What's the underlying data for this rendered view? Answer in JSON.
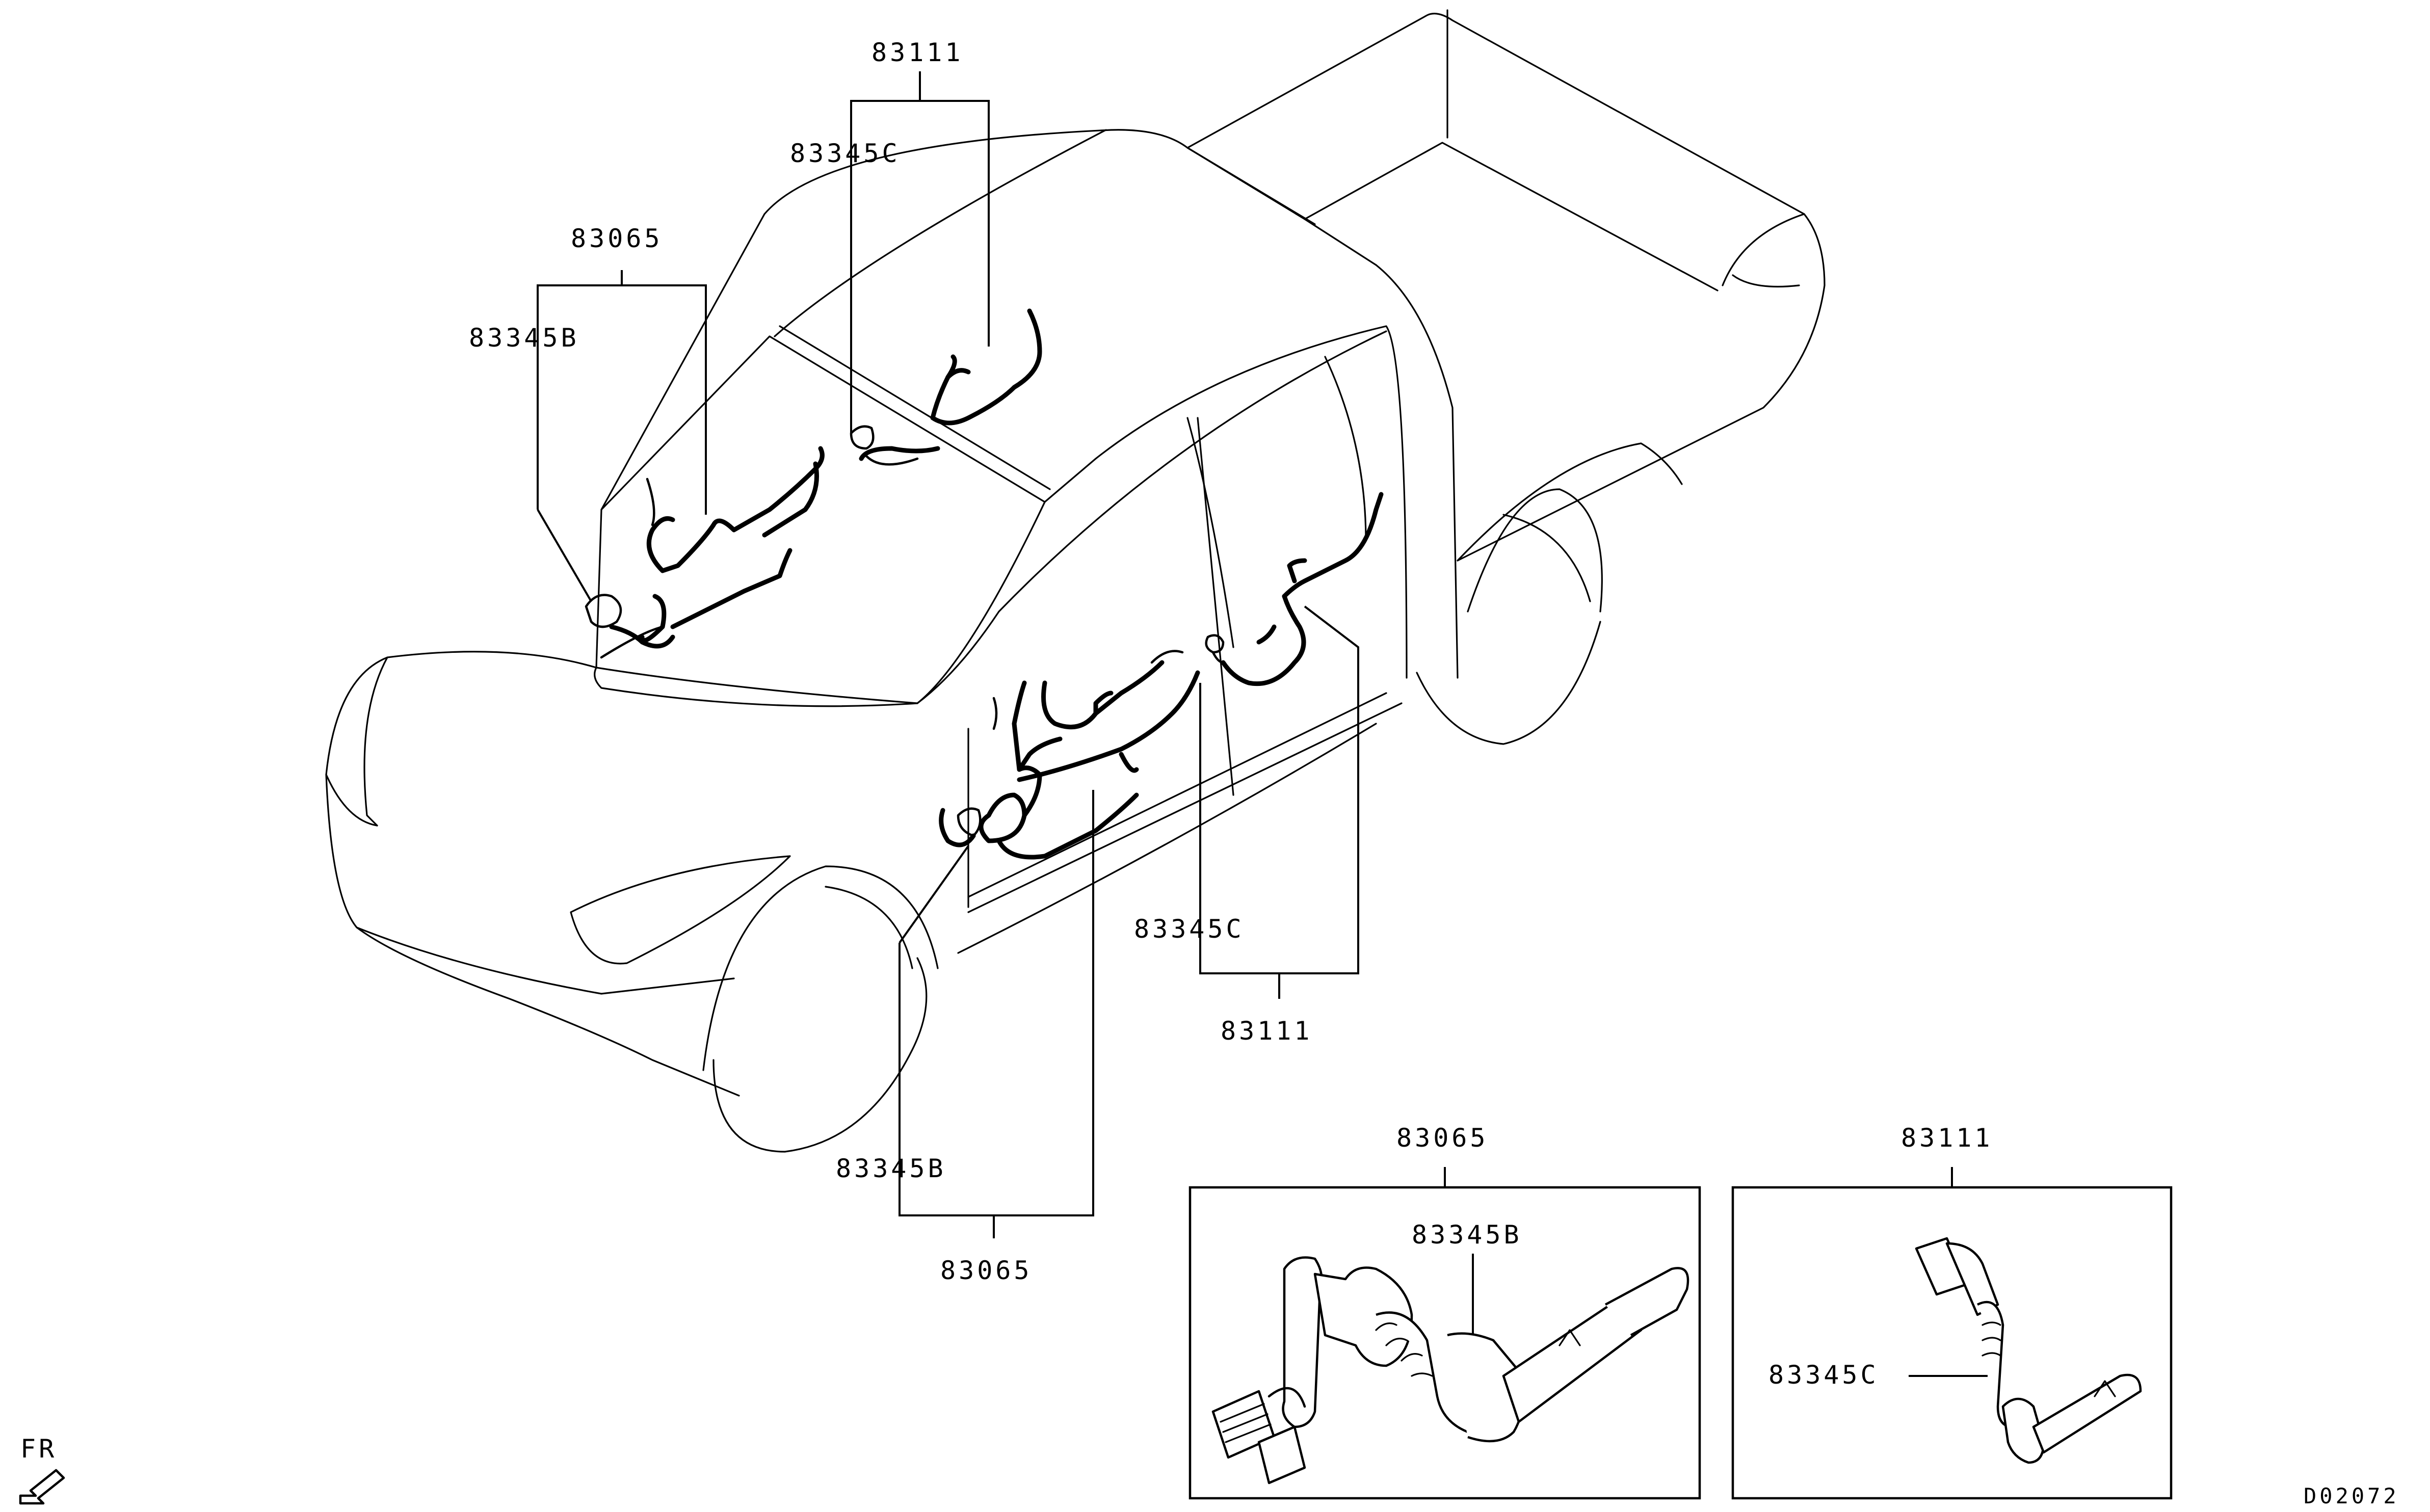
{
  "labels": {
    "top_83111": "83111",
    "top_83345C": "83345C",
    "top_83065": "83065",
    "top_83345B": "83345B",
    "mid_83345C": "83345C",
    "mid_83111": "83111",
    "low_83345B": "83345B",
    "low_83065": "83065"
  },
  "inset_left": {
    "title": "83065",
    "part": "83345B"
  },
  "inset_right": {
    "title": "83111",
    "part": "83345C"
  },
  "orientation": {
    "label": "FR"
  },
  "diagram_code": "D02072"
}
